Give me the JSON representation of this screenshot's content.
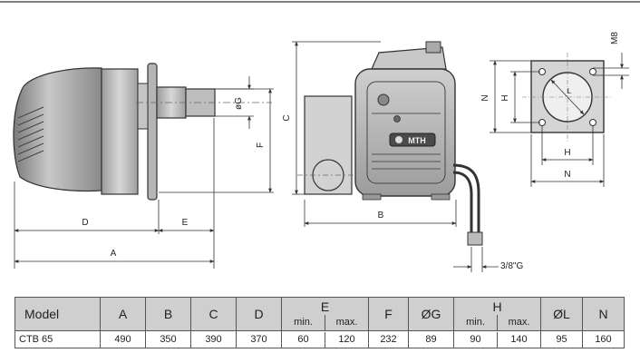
{
  "dimensions": {
    "d": "D",
    "e": "E",
    "a": "A",
    "f": "F",
    "g": "øG",
    "c": "C",
    "b": "B",
    "n": "N",
    "h": "H",
    "m8": "M8",
    "l": "L",
    "thread": "3/8\"G"
  },
  "logo": {
    "text": "MTH"
  },
  "table": {
    "headers": {
      "model": "Model",
      "a": "A",
      "b": "B",
      "c": "C",
      "d": "D",
      "e": "E",
      "e_min": "min.",
      "e_max": "max.",
      "f": "F",
      "g": "ØG",
      "h": "H",
      "h_min": "min.",
      "h_max": "max.",
      "l": "ØL",
      "n": "N"
    },
    "row": {
      "model": "CTB 65",
      "a": "490",
      "b": "350",
      "c": "390",
      "d": "370",
      "e_min": "60",
      "e_max": "120",
      "f": "232",
      "g": "89",
      "h_min": "90",
      "h_max": "140",
      "l": "95",
      "n": "160"
    }
  }
}
